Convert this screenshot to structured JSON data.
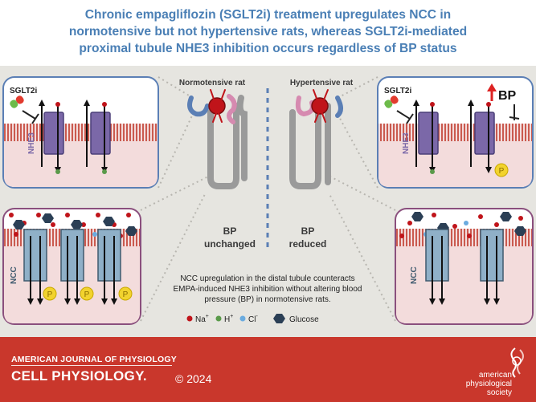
{
  "title": {
    "line1": "Chronic empagliflozin (SGLT2i) treatment upregulates NCC in",
    "line2": "normotensive but not hypertensive rats, whereas SGLT2i-mediated",
    "line3": "proximal tubule NHE3 inhibition occurs regardless of BP status"
  },
  "center": {
    "normotensive_label": "Normotensive rat",
    "hypertensive_label": "Hypertensive rat",
    "bp_left_1": "BP",
    "bp_left_2": "unchanged",
    "bp_right_1": "BP",
    "bp_right_2": "reduced",
    "caption_1": "NCC upregulation in the distal tubule counteracts",
    "caption_2": "EMPA-induced NHE3 inhibition without altering blood",
    "caption_3": "pressure (BP) in normotensive rats."
  },
  "legend": {
    "na": "Na",
    "na_sup": "+",
    "h": "H",
    "h_sup": "+",
    "cl": "Cl",
    "cl_sup": "-",
    "glucose": "Glucose"
  },
  "panels": {
    "sglt2i_left": "SGLT2i",
    "sglt2i_right": "SGLT2i",
    "nhe3_left": "NHE3",
    "nhe3_right": "NHE3",
    "ncc_left": "NCC",
    "ncc_right": "NCC",
    "bp_badge": "BP",
    "p_label": "P"
  },
  "colors": {
    "title_blue": "#4a7fb5",
    "footer_red": "#c9372c",
    "membrane_red": "#c0392b",
    "nhe3_purple": "#7b68a8",
    "ncc_blue": "#8fb0c8",
    "na_dot": "#c0141a",
    "h_dot": "#5a9a4a",
    "cl_dot": "#6aabdf",
    "glucose_hex": "#2b3f55",
    "p_yellow": "#f2d32e"
  },
  "icons": [
    "pill-icon",
    "inhibition-arrow-icon",
    "up-arrow-icon",
    "phosphate-icon",
    "glucose-hexagon-icon",
    "kidney-icon",
    "aps-logo-icon"
  ],
  "footer": {
    "journal_line1": "AMERICAN JOURNAL OF PHYSIOLOGY",
    "journal_line2": "CELL PHYSIOLOGY.",
    "year": "© 2024",
    "publisher_1": "american",
    "publisher_2": "physiological",
    "publisher_3": "society"
  }
}
